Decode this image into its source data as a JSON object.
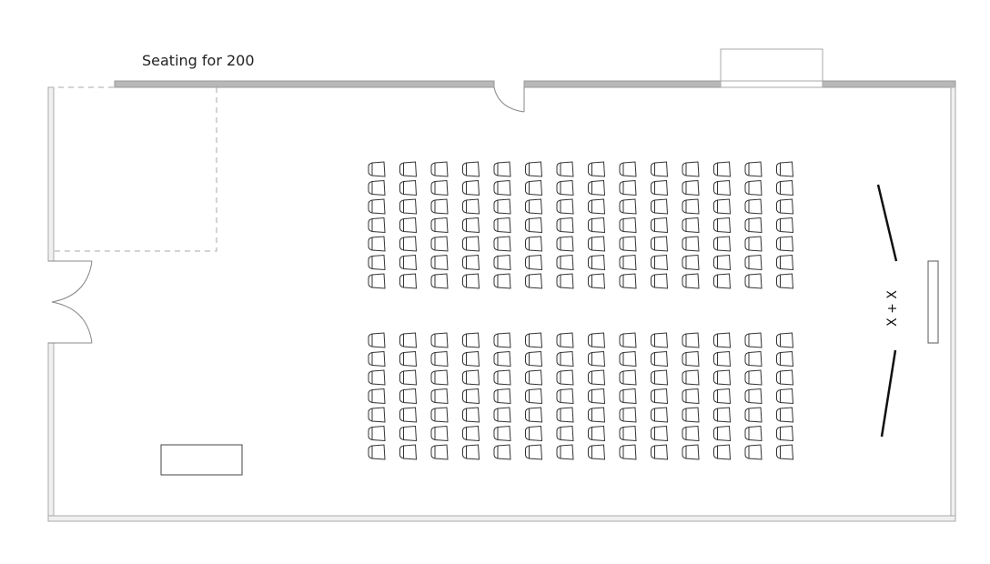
{
  "title": "Seating for 200",
  "stage_label": "X + X",
  "seating": {
    "columns": 14,
    "rows_per_block": 7,
    "blocks": 2
  },
  "colors": {
    "wall": "#b8b8b8",
    "wall_stroke": "#999999",
    "line": "#444444",
    "dash": "#aaaaaa"
  }
}
